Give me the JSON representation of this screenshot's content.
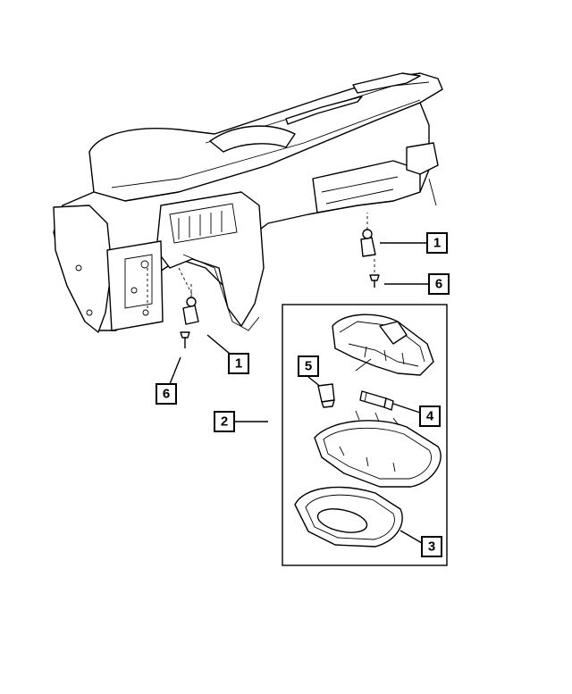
{
  "callouts": {
    "c1_upper": "1",
    "c6_right": "6",
    "c1_lower": "1",
    "c6_left": "6",
    "c2": "2",
    "c5": "5",
    "c4": "4",
    "c3": "3"
  }
}
